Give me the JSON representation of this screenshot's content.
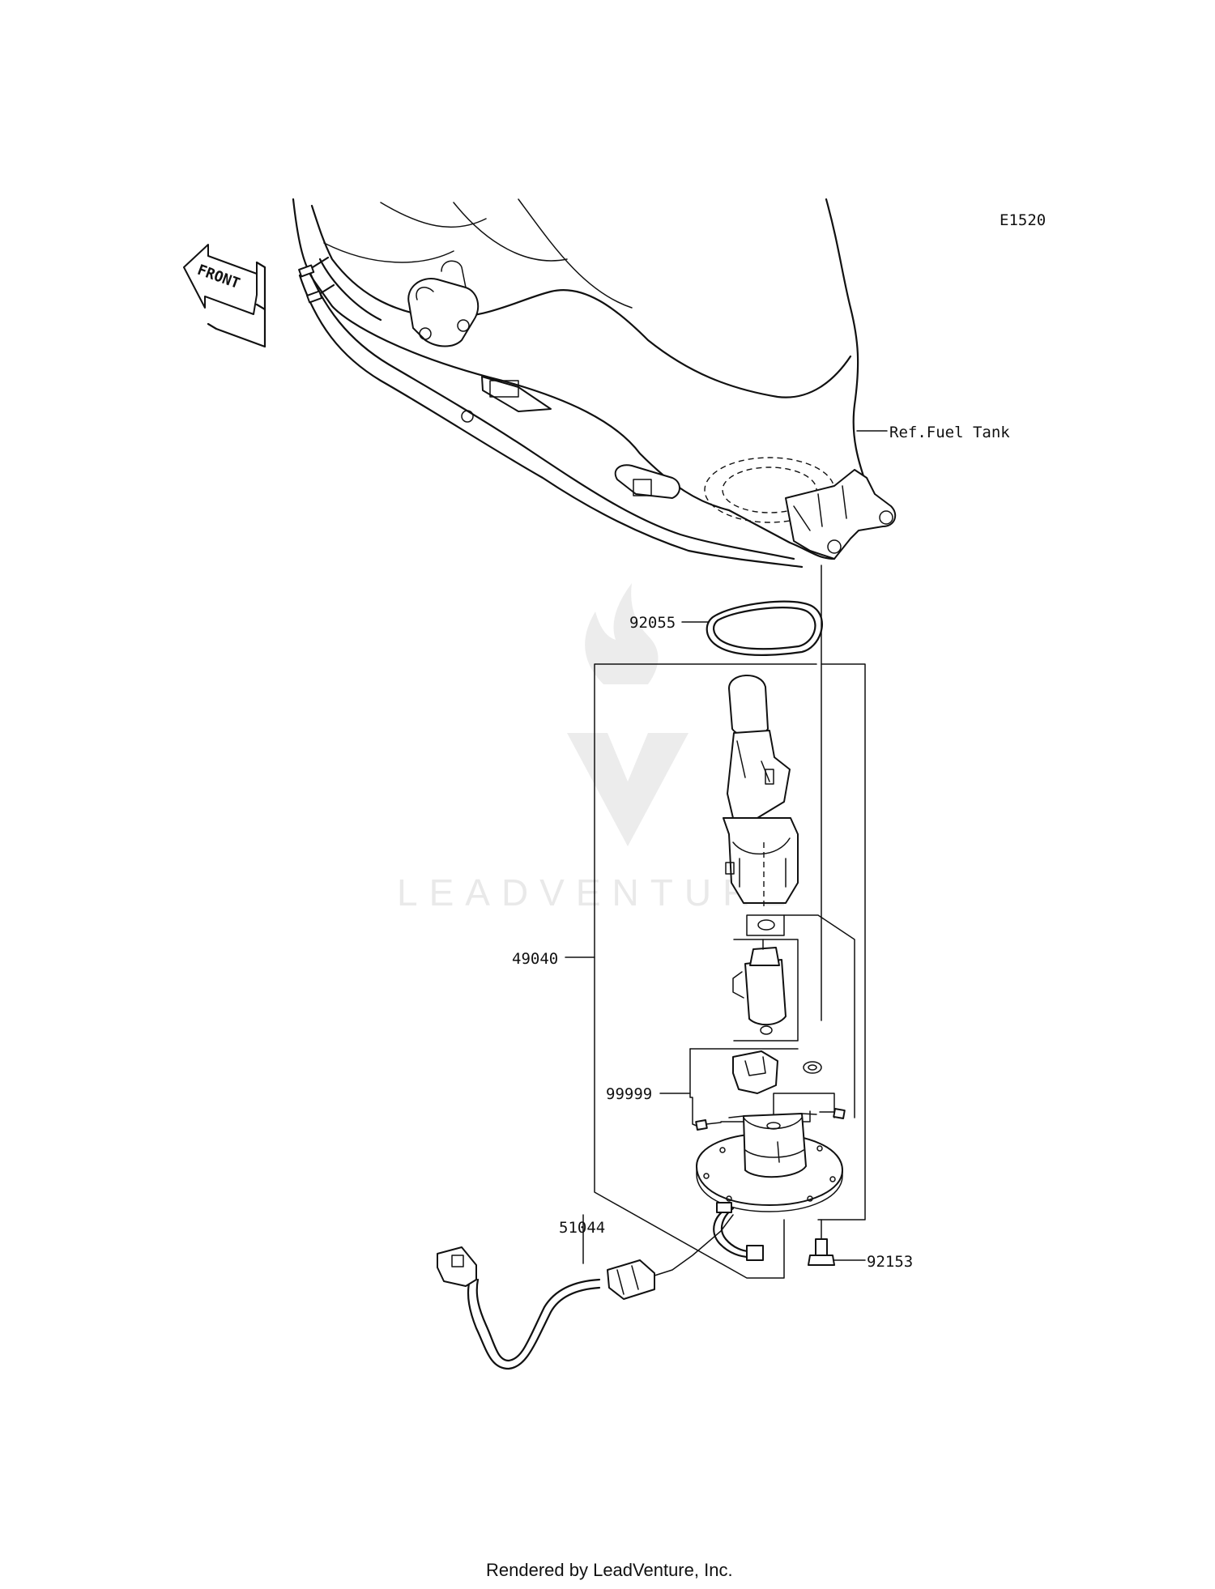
{
  "diagram_code": "E1520",
  "front_label": "FRONT",
  "reference_label": "Ref.Fuel Tank",
  "parts": [
    {
      "number": "92055"
    },
    {
      "number": "49040"
    },
    {
      "number": "99999"
    },
    {
      "number": "51044"
    },
    {
      "number": "92153"
    }
  ],
  "watermark": "LEADVENTURE",
  "footer": "Rendered by LeadVenture, Inc."
}
